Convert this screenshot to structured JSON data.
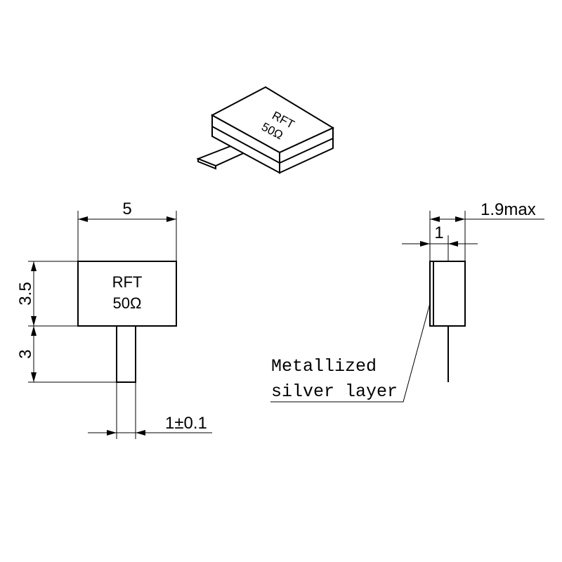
{
  "marking": {
    "line1": "RFT",
    "line2": "50Ω"
  },
  "dimensions": {
    "body_width": "5",
    "body_height": "3.5",
    "lead_length": "3",
    "lead_width": "1±0.1",
    "thickness": "1",
    "thickness_max": "1.9max"
  },
  "callout": {
    "line1": "Metallized",
    "line2": "silver layer"
  }
}
